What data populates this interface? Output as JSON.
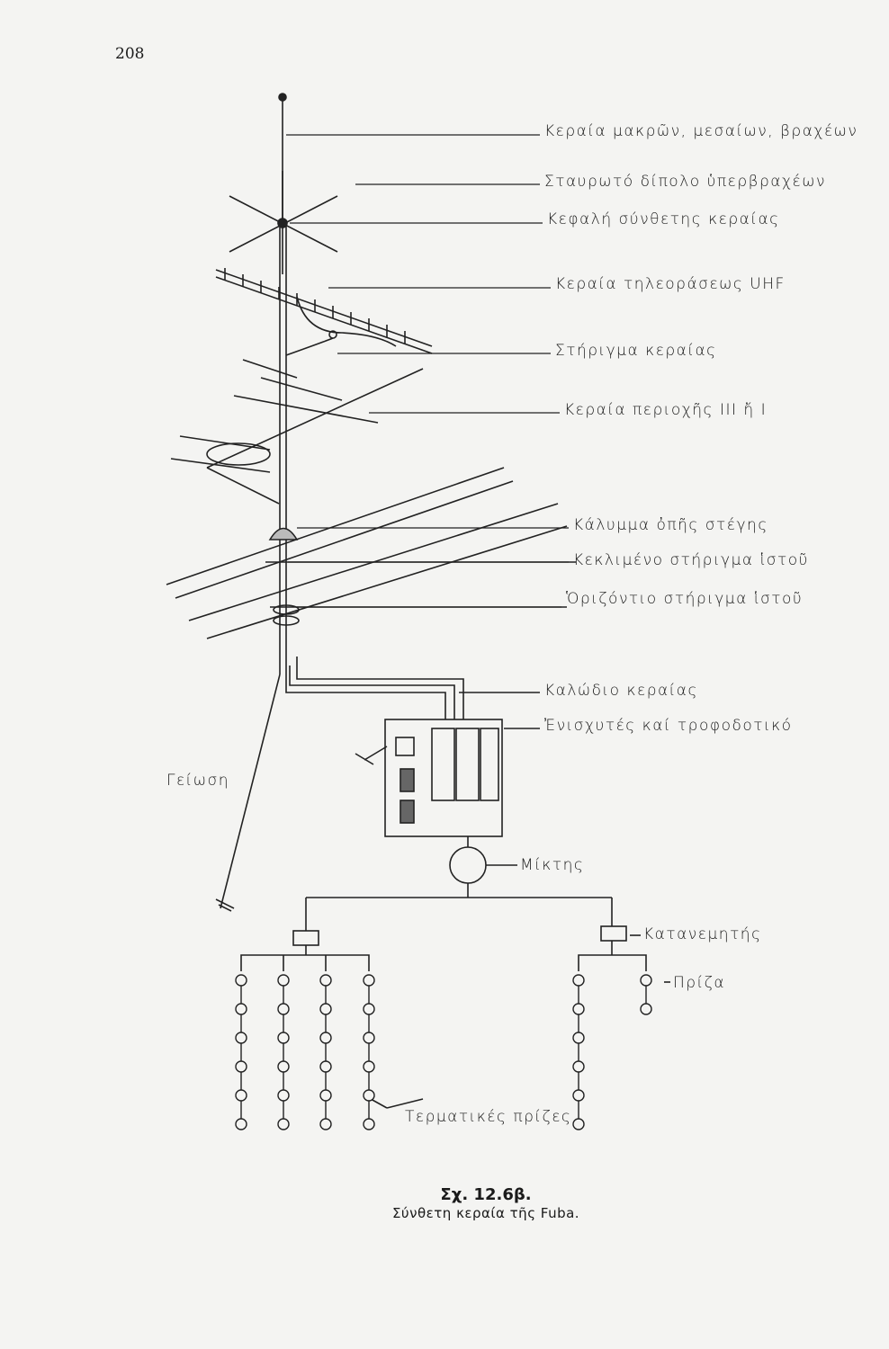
{
  "page_number": "208",
  "labels": {
    "lw_mw_sw": "Κεραία μακρῶν, μεσαίων, βραχέων",
    "cross_dipole": "Σταυρωτό δίπολο ὑπερβραχέων",
    "head": "Κεφαλή σύνθετης κεραίας",
    "uhf": "Κεραία τηλεοράσεως UHF",
    "support": "Στήριγμα κεραίας",
    "band3": "Κεραία περιοχῆς ΙΙΙ ἤ Ι",
    "roof_cover": "Κάλυμμα ὀπῆς στέγης",
    "inclined": "Κεκλιμένο στήριγμα ἱστοῦ",
    "horizontal": "Ὁριζόντιο στήριγμα ἱστοῦ",
    "cable": "Καλώδιο κεραίας",
    "amplifiers": "Ἐνισχυτές καί τροφοδοτικό",
    "ground": "Γείωση",
    "mixer": "Μίκτης",
    "splitter": "Κατανεμητής",
    "socket": "Πρίζα",
    "terminal": "Τερματικές πρίζες"
  },
  "caption": {
    "figure": "Σχ. 12.6β.",
    "title": "Σύνθετη κεραία τῆς Fuba."
  }
}
